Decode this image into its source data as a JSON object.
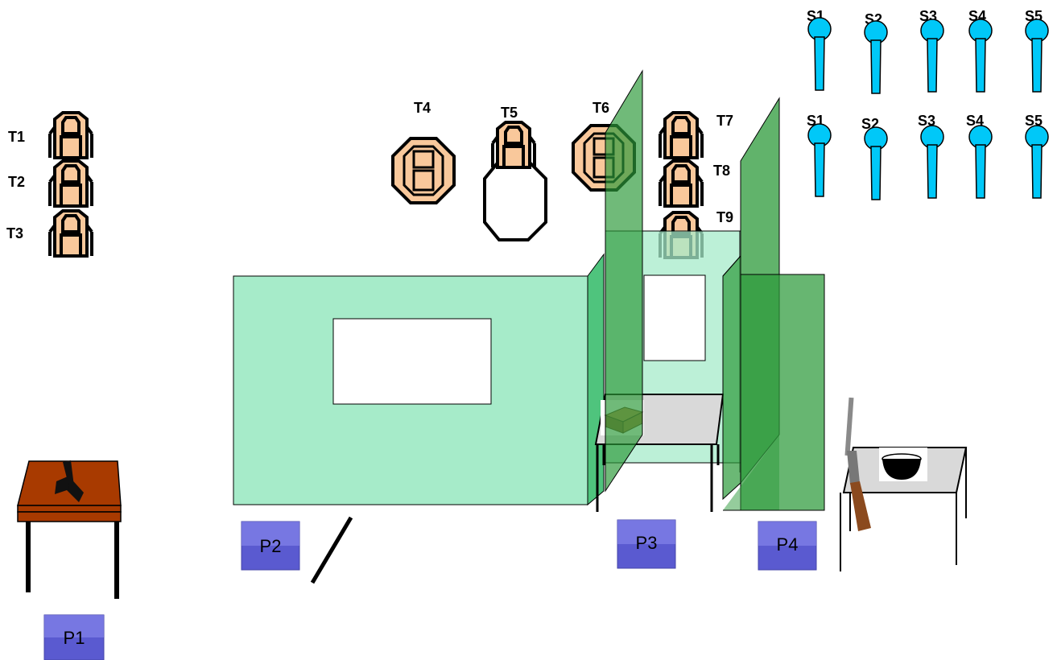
{
  "targets": {
    "paper_labels": [
      "T1",
      "T2",
      "T3",
      "T4",
      "T5",
      "T6",
      "T7",
      "T8",
      "T9"
    ]
  },
  "steel": {
    "row1_labels": [
      "S1",
      "S2",
      "S3",
      "S4",
      "S5"
    ],
    "row2_labels": [
      "S1",
      "S2",
      "S3",
      "S4",
      "S5"
    ],
    "color": "#00c8f8"
  },
  "positions": {
    "labels": [
      "P1",
      "P2",
      "P3",
      "P4"
    ]
  },
  "colors": {
    "target_fill": "#f9c89b",
    "wall_light": "#a6ebc9",
    "wall_mid": "#4fc47d",
    "wall_dark": "#2c9a3a",
    "table_wood": "#a83a00",
    "table_gray": "#d9d9d9",
    "position_box": "#5a5ad0"
  },
  "icons": [
    "pistol-icon",
    "shotgun-icon",
    "ammo-box-icon",
    "bowl-icon"
  ]
}
